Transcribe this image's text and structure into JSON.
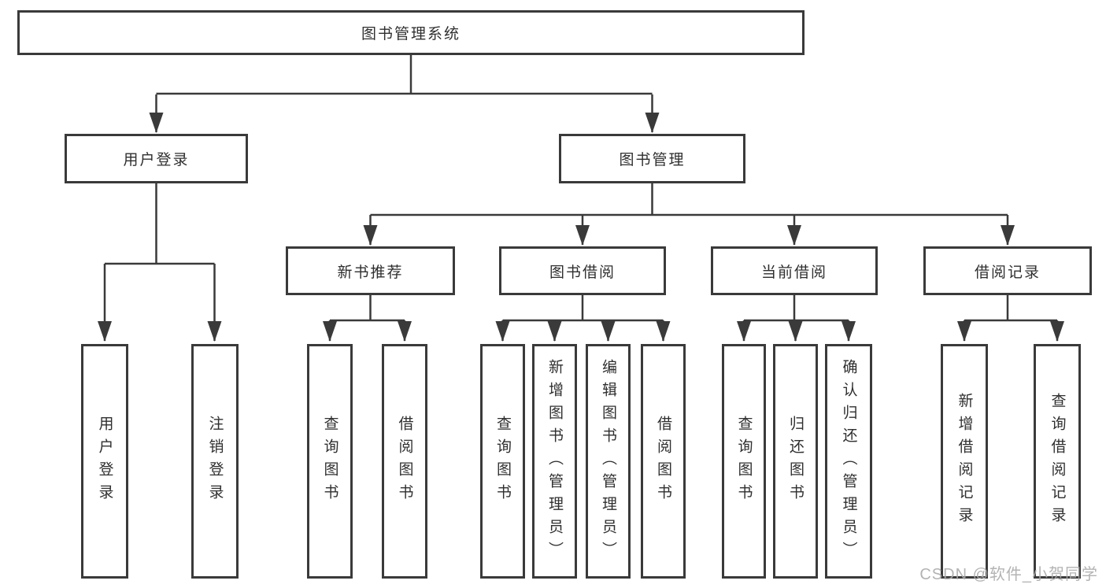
{
  "root": {
    "label": "图书管理系统"
  },
  "level2": {
    "user_login": {
      "label": "用户登录"
    },
    "book_management": {
      "label": "图书管理"
    }
  },
  "level3": {
    "new_book_recommend": {
      "label": "新书推荐"
    },
    "book_borrow": {
      "label": "图书借阅"
    },
    "current_borrow": {
      "label": "当前借阅"
    },
    "borrow_records": {
      "label": "借阅记录"
    }
  },
  "leaves": {
    "user_login": [
      {
        "label": "用户登录"
      },
      {
        "label": "注销登录"
      }
    ],
    "new_book_recommend": [
      {
        "label": "查询图书"
      },
      {
        "label": "借阅图书"
      }
    ],
    "book_borrow": [
      {
        "label": "查询图书"
      },
      {
        "label": "新增图书（管理员）"
      },
      {
        "label": "编辑图书（管理员）"
      },
      {
        "label": "借阅图书"
      }
    ],
    "current_borrow": [
      {
        "label": "查询图书"
      },
      {
        "label": "归还图书"
      },
      {
        "label": "确认归还（管理员）"
      }
    ],
    "borrow_records": [
      {
        "label": "新增借阅记录"
      },
      {
        "label": "查询借阅记录"
      }
    ]
  },
  "watermark": {
    "text": "CSDN @软件_小贺同学"
  },
  "colors": {
    "line": "#3a3a3a",
    "border": "#3a3a3a",
    "text": "#2f2f2f",
    "background": "#ffffff",
    "watermark": "#ababab"
  }
}
